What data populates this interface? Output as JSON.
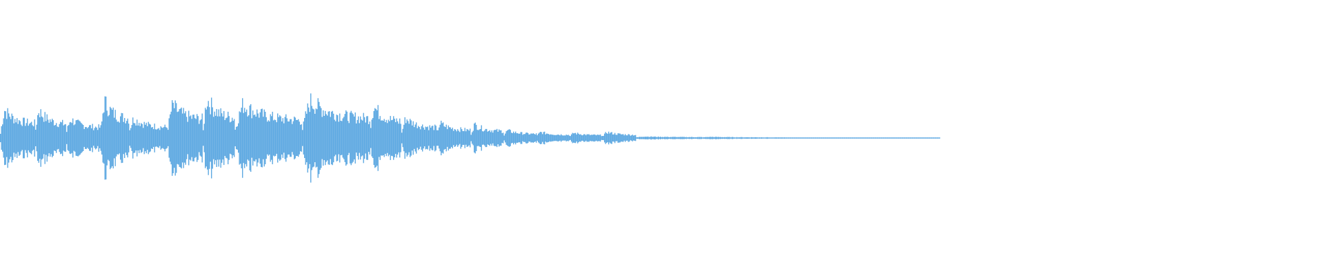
{
  "waveform": {
    "color": "#5ea9e2",
    "background": "#ffffff",
    "audio_end_fraction": 0.71,
    "segments": [
      {
        "start": 0.0,
        "end": 0.026,
        "peak": 0.62,
        "tail": 0.08
      },
      {
        "start": 0.026,
        "end": 0.05,
        "peak": 0.63,
        "tail": 0.05
      },
      {
        "start": 0.05,
        "end": 0.076,
        "peak": 0.37,
        "tail": 0.12
      },
      {
        "start": 0.076,
        "end": 0.097,
        "peak": 0.78,
        "tail": 0.15
      },
      {
        "start": 0.097,
        "end": 0.127,
        "peak": 0.4,
        "tail": 0.1
      },
      {
        "start": 0.127,
        "end": 0.153,
        "peak": 0.62,
        "tail": 0.25
      },
      {
        "start": 0.153,
        "end": 0.177,
        "peak": 0.88,
        "tail": 0.1
      },
      {
        "start": 0.177,
        "end": 0.228,
        "peak": 0.72,
        "tail": 0.12
      },
      {
        "start": 0.228,
        "end": 0.279,
        "peak": 0.78,
        "tail": 0.15
      },
      {
        "start": 0.279,
        "end": 0.303,
        "peak": 0.7,
        "tail": 0.1
      },
      {
        "start": 0.303,
        "end": 0.329,
        "peak": 0.42,
        "tail": 0.08
      },
      {
        "start": 0.329,
        "end": 0.355,
        "peak": 0.31,
        "tail": 0.06
      },
      {
        "start": 0.355,
        "end": 0.38,
        "peak": 0.29,
        "tail": 0.04
      },
      {
        "start": 0.38,
        "end": 0.405,
        "peak": 0.16,
        "tail": 0.03
      },
      {
        "start": 0.405,
        "end": 0.43,
        "peak": 0.12,
        "tail": 0.03
      },
      {
        "start": 0.43,
        "end": 0.455,
        "peak": 0.11,
        "tail": 0.02
      },
      {
        "start": 0.455,
        "end": 0.48,
        "peak": 0.13,
        "tail": 0.02
      },
      {
        "start": 0.48,
        "end": 0.53,
        "peak": 0.03,
        "tail": 0.01
      },
      {
        "start": 0.53,
        "end": 0.58,
        "peak": 0.02,
        "tail": 0.01
      },
      {
        "start": 0.58,
        "end": 0.64,
        "peak": 0.01,
        "tail": 0.005
      },
      {
        "start": 0.64,
        "end": 0.71,
        "peak": 0.008,
        "tail": 0.004
      }
    ]
  }
}
